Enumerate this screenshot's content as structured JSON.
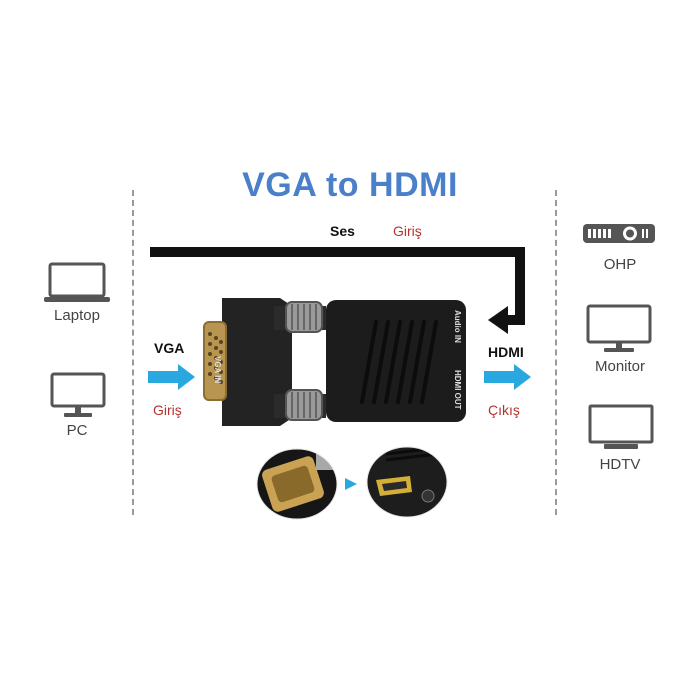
{
  "title": "VGA to HDMI",
  "audio": {
    "label": "Ses",
    "direction": "Giriş"
  },
  "input": {
    "port": "VGA",
    "direction": "Giriş"
  },
  "output": {
    "port": "HDMI",
    "direction": "Çıkış"
  },
  "sources": [
    {
      "label": "Laptop",
      "icon": "laptop-icon"
    },
    {
      "label": "PC",
      "icon": "monitor-icon"
    }
  ],
  "targets": [
    {
      "label": "OHP",
      "icon": "projector-icon"
    },
    {
      "label": "Monitor",
      "icon": "monitor-icon"
    },
    {
      "label": "HDTV",
      "icon": "tv-icon"
    }
  ],
  "adapter": {
    "left_face_text": "VGA IN",
    "right_top_text": "Audio IN",
    "right_bottom_text": "HDMI OUT"
  },
  "colors": {
    "title": "#4a7fc9",
    "arrow": "#29a8e0",
    "accent_red": "#b5332e",
    "adapter": "#1a1a1a"
  }
}
